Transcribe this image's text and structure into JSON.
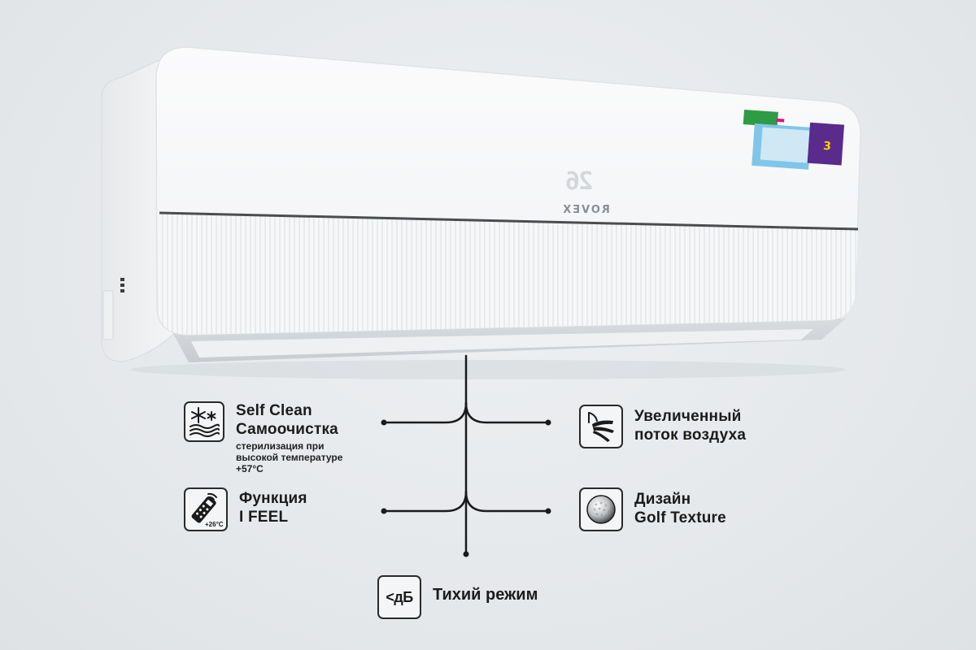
{
  "product": {
    "display_temp": "26",
    "brand": "ROVEX"
  },
  "features": {
    "self_clean": {
      "icon": "snowflake-clean-icon",
      "title_line1": "Self Clean",
      "title_line2": "Самоочистка",
      "desc_line1": "стерилизация при",
      "desc_line2": "высокой температуре",
      "desc_line3": "+57°С"
    },
    "airflow": {
      "icon": "airflow-icon",
      "title_line1": "Увеличенный",
      "title_line2": "поток воздуха"
    },
    "ifeel": {
      "icon": "remote-icon",
      "icon_text": "+26°С",
      "title_line1": "Функция",
      "title_line2": "I FEEL"
    },
    "golf": {
      "icon": "golf-ball-icon",
      "title_line1": "Дизайн",
      "title_line2": "Golf Texture"
    },
    "quiet": {
      "icon": "decibel-icon",
      "icon_text": "<дБ",
      "title": "Тихий режим"
    }
  },
  "colors": {
    "background": "#e4e7ea",
    "unit": "#f7f8f9",
    "line": "#1b1b1b",
    "sticker_purple": "#5a2a8c",
    "sticker_blue": "#7fc6ea",
    "sticker_green": "#2e9b45"
  }
}
